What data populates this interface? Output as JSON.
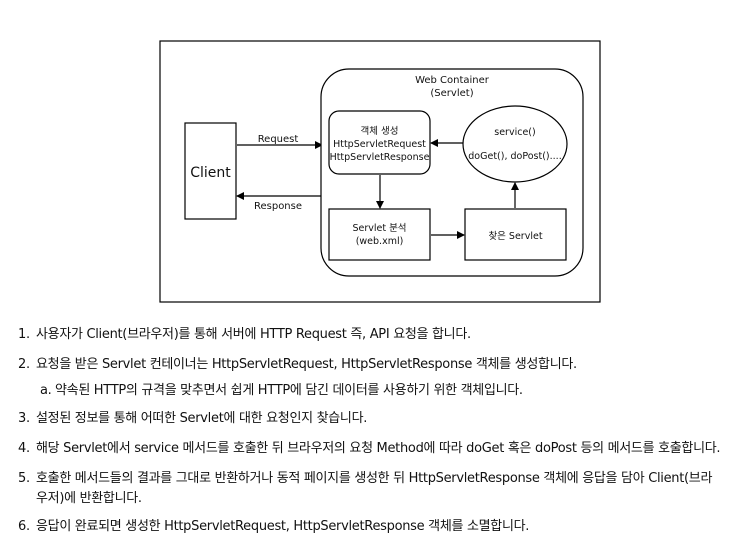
{
  "diagram": {
    "client": "Client",
    "request": "Request",
    "response": "Response",
    "container_title": [
      "Web Container",
      "(Servlet)"
    ],
    "create_box": [
      "객체 생성",
      "HttpServletRequest",
      "HttpServletResponse"
    ],
    "service_box": [
      "service()",
      "doGet(), doPost()...."
    ],
    "analyze_box": [
      "Servlet 분석",
      "(web.xml)"
    ],
    "found_box": "찾은 Servlet"
  },
  "steps": [
    {
      "num": "1.",
      "lines": [
        "사용자가 Client(브라우저)를 통해 서버에 HTTP Request 즉, API 요청을 합니다."
      ]
    },
    {
      "num": "2.",
      "lines": [
        "요청을 받은 Servlet 컨테이너는 HttpServletRequest, HttpServletResponse 객체를 생성합니다."
      ]
    },
    {
      "num": "a.",
      "sub": true,
      "lines": [
        "약속된 HTTP의 규격을 맞추면서 쉽게 HTTP에 담긴 데이터를 사용하기 위한 객체입니다."
      ]
    },
    {
      "num": "3.",
      "lines": [
        "설정된 정보를 통해 어떠한 Servlet에 대한 요청인지 찾습니다."
      ]
    },
    {
      "num": "4.",
      "lines": [
        "해당 Servlet에서 service 메서드를 호출한 뒤 브라우저의 요청 Method에 따라 doGet 혹은 doPost 등의 메서드를 호출합니다."
      ]
    },
    {
      "num": "5.",
      "lines": [
        "호출한 메서드들의 결과를 그대로 반환하거나 동적 페이지를 생성한 뒤 HttpServletResponse 객체에 응답을 담아 Client(브라",
        "우저)에 반환합니다."
      ]
    },
    {
      "num": "6.",
      "lines": [
        "응답이 완료되면 생성한 HttpServletRequest, HttpServletResponse 객체를 소멸합니다."
      ]
    }
  ]
}
